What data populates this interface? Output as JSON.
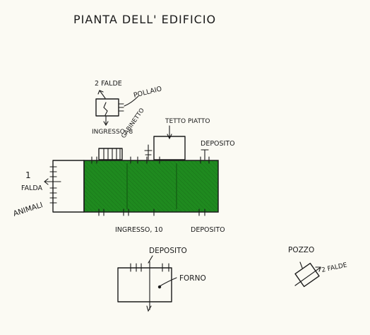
{
  "title": "PIANTA  DELL' EDIFICIO",
  "colors": {
    "paper": "#fbfaf3",
    "ink": "#1a1a1a",
    "building_fill": "#1f8a1f",
    "building_dark": "#176d17"
  },
  "labels": {
    "roof_two_pitch_top": "2 FALDE",
    "pollaio": "POLLAIO",
    "ingresso_8": "INGRESSO, 8",
    "gabinetto": "GABINETTO",
    "tetto_piatto": "TETTO PIATTO",
    "deposito_top": "DEPOSITO",
    "one": "1",
    "falda": "FALDA",
    "animali": "ANIMALI",
    "ingresso_10": "INGRESSO, 10",
    "deposito_bottom": "DEPOSITO",
    "deposito_lower": "DEPOSITO",
    "forno": "FORNO",
    "pozzo": "POZZO",
    "roof_two_pitch_right": "2 FALDE"
  }
}
